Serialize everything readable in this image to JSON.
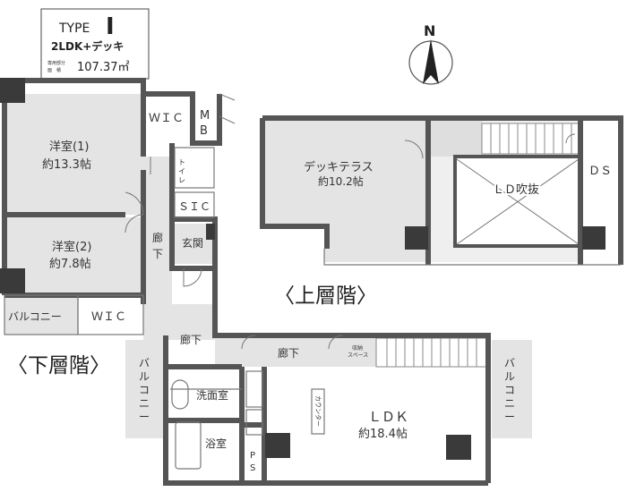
{
  "info_box": {
    "type_label": "TYPE",
    "type_code": "I",
    "plan": "2LDK+デッキ",
    "area_label_1": "専用部分",
    "area_label_2": "面　積",
    "area_value": "107.37㎡"
  },
  "compass": {
    "label": "N"
  },
  "floor_labels": {
    "upper": "〈上層階〉",
    "lower": "〈下層階〉"
  },
  "rooms": {
    "western1_name": "洋室(1)",
    "western1_size": "約13.3帖",
    "western2_name": "洋室(2)",
    "western2_size": "約7.8帖",
    "wic1": "ＷＩＣ",
    "wic2": "ＷＩＣ",
    "mb_1": "M",
    "mb_2": "B",
    "toilet_1": "ト",
    "toilet_2": "イ",
    "toilet_3": "レ",
    "sic": "ＳＩＣ",
    "entrance": "玄関",
    "hall_v1": "廊",
    "hall_v2": "下",
    "hall_a": "廊下",
    "hall_b": "廊下",
    "balcony_left": "バルコニー",
    "balcony_v1": "バ",
    "balcony_v2": "ル",
    "balcony_v3": "コ",
    "balcony_v4": "ニ",
    "balcony_v5": "ー",
    "washroom": "洗面室",
    "bathroom": "浴室",
    "ps_1": "P",
    "ps_2": "S",
    "storage_1": "収納",
    "storage_2": "スペース",
    "counter": "カウンター",
    "ldk_name": "ＬＤＫ",
    "ldk_size": "約18.4帖",
    "deck_name": "デッキテラス",
    "deck_size": "約10.2帖",
    "ld_void": "ＬＤ吹抜",
    "ds": "ＤＳ"
  }
}
